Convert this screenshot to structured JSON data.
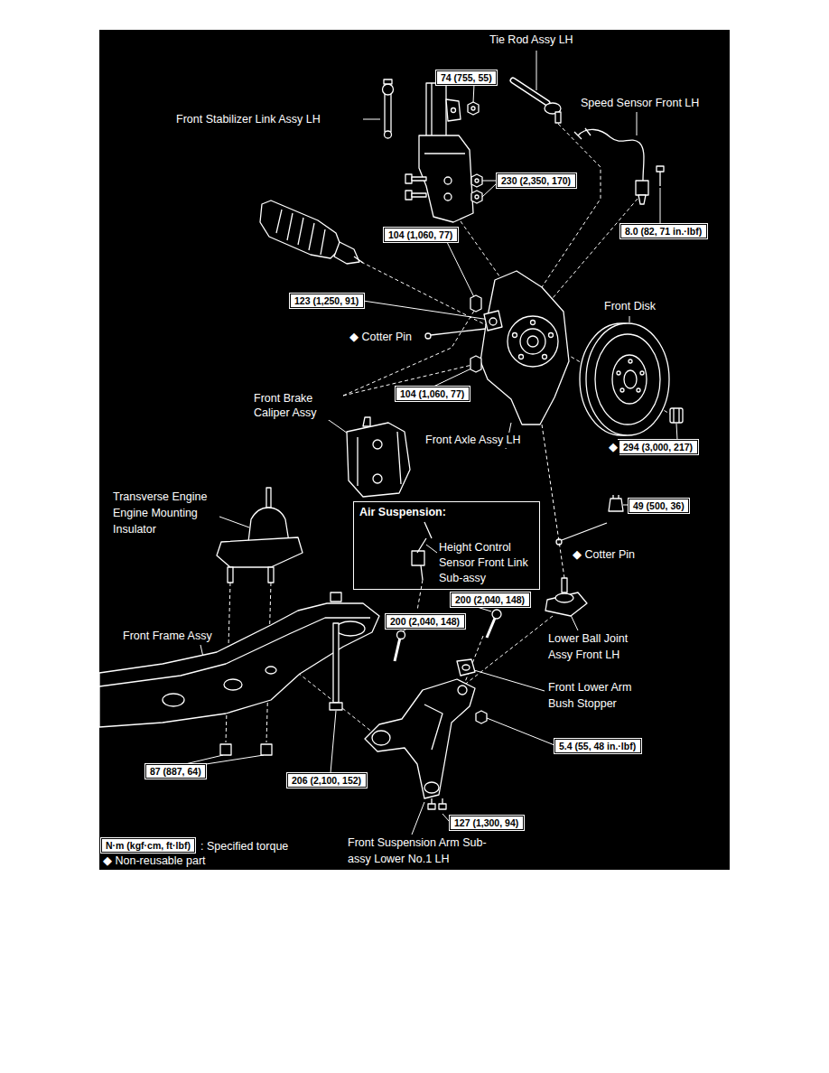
{
  "diagram": {
    "nodes": [
      {
        "text": [
          "74 (755, 55)"
        ]
      },
      {
        "text": [
          "230 (2,350, 170)"
        ]
      },
      {
        "text": [
          "8.0 (82, 71 in.·lbf)"
        ]
      },
      {
        "text": [
          "104 (1,060, 77)"
        ]
      },
      {
        "text": [
          "123 (1,250, 91)"
        ]
      },
      {
        "text": [
          "104 (1,060, 77)"
        ]
      },
      {
        "text": [
          "294 (3,000, 217)"
        ]
      },
      {
        "text": [
          "49 (500, 36)"
        ]
      },
      {
        "text": [
          "Air Suspension:",
          "Height Control Sensor Front Link Sub-assy"
        ]
      },
      {
        "text": [
          "200 (2,040, 148)"
        ]
      },
      {
        "text": [
          "200 (2,040, 148)"
        ]
      },
      {
        "text": [
          "5.4 (55, 48 in.·lbf)"
        ]
      },
      {
        "text": [
          "87 (887, 64)"
        ]
      },
      {
        "text": [
          "206 (2,100, 152)"
        ]
      },
      {
        "text": [
          "127 (1,300, 94)"
        ]
      },
      {
        "text": [
          "N·m (kgf·cm, ft·lbf)"
        ]
      }
    ],
    "labels": [
      "Tie Rod Assy LH",
      "Speed Sensor Front LH",
      "Front Stabilizer Link Assy LH",
      "Front Disk",
      "◆ Cotter Pin",
      "Front Brake Caliper Assy",
      "Front Axle Assy LH",
      "◆",
      "Transverse Engine Engine Mounting Insulator",
      "◆ Cotter Pin",
      "Front Frame Assy",
      "Lower Ball Joint Assy Front LH",
      "Front Lower Arm Bush Stopper",
      "Front Suspension Arm Sub-assy Lower No.1 LH"
    ],
    "legend": [
      {
        "text": ": Specified torque"
      },
      {
        "text": "◆ Non-reusable part"
      }
    ]
  }
}
